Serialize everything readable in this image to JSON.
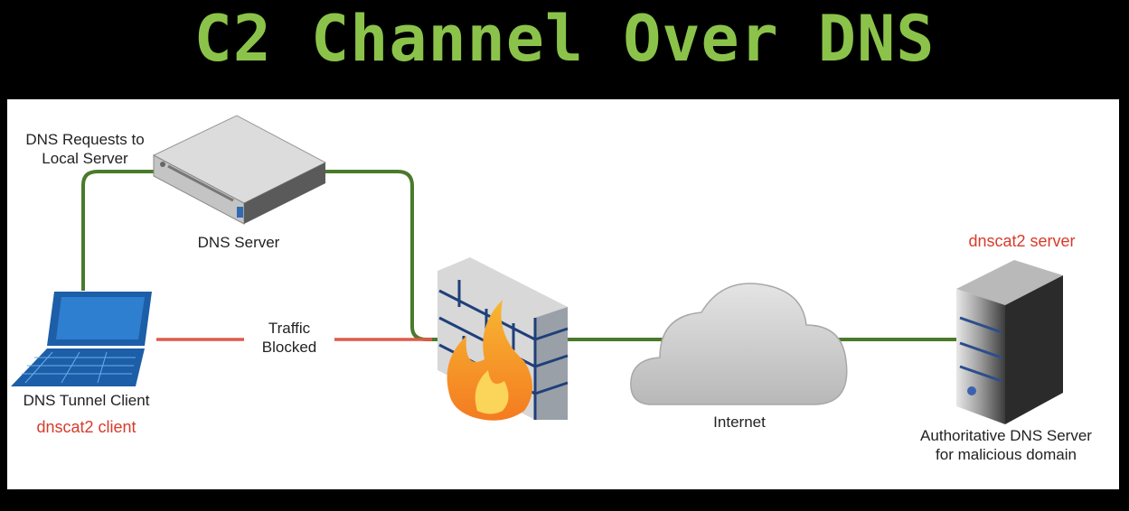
{
  "title": "C2 Channel Over DNS",
  "labels": {
    "dns_requests": "DNS Requests to\nLocal Server",
    "dns_server": "DNS Server",
    "traffic_blocked": "Traffic\nBlocked",
    "tunnel_client": "DNS Tunnel Client",
    "client_tool": "dnscat2 client",
    "internet": "Internet",
    "server_tool": "dnscat2 server",
    "auth_server": "Authoritative DNS Server\nfor malicious domain"
  },
  "colors": {
    "allowed_path": "#4a7a2c",
    "blocked_path": "#e05a4a",
    "title": "#8bc34a",
    "tool_label": "#d93a2b"
  },
  "icons": [
    "laptop-icon",
    "rack-server-icon",
    "firewall-icon",
    "cloud-icon",
    "tower-server-icon"
  ]
}
